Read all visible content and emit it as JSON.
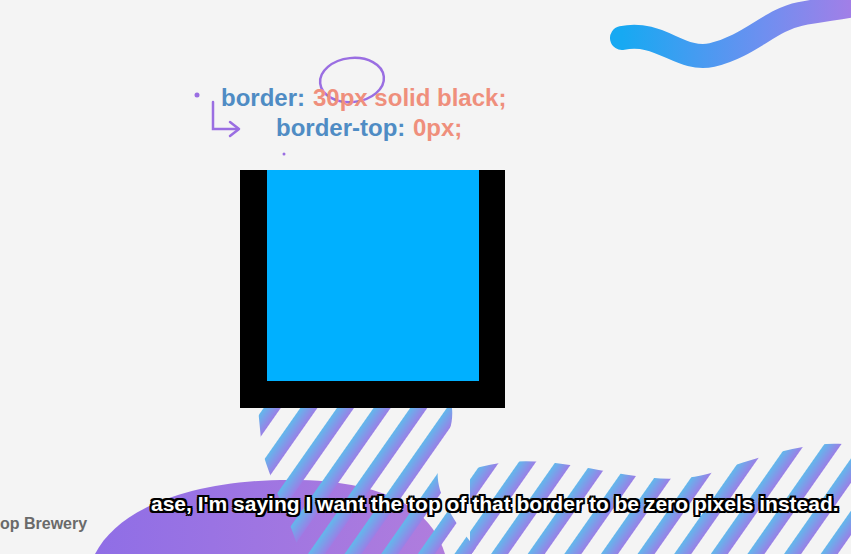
{
  "diagram": {
    "labels": [
      "border:",
      "30px solid black;",
      "border-top:",
      "0px;",
      "op Brewery",
      "ase, I'm saying I want the top of that border to be zero pixels instead."
    ]
  }
}
